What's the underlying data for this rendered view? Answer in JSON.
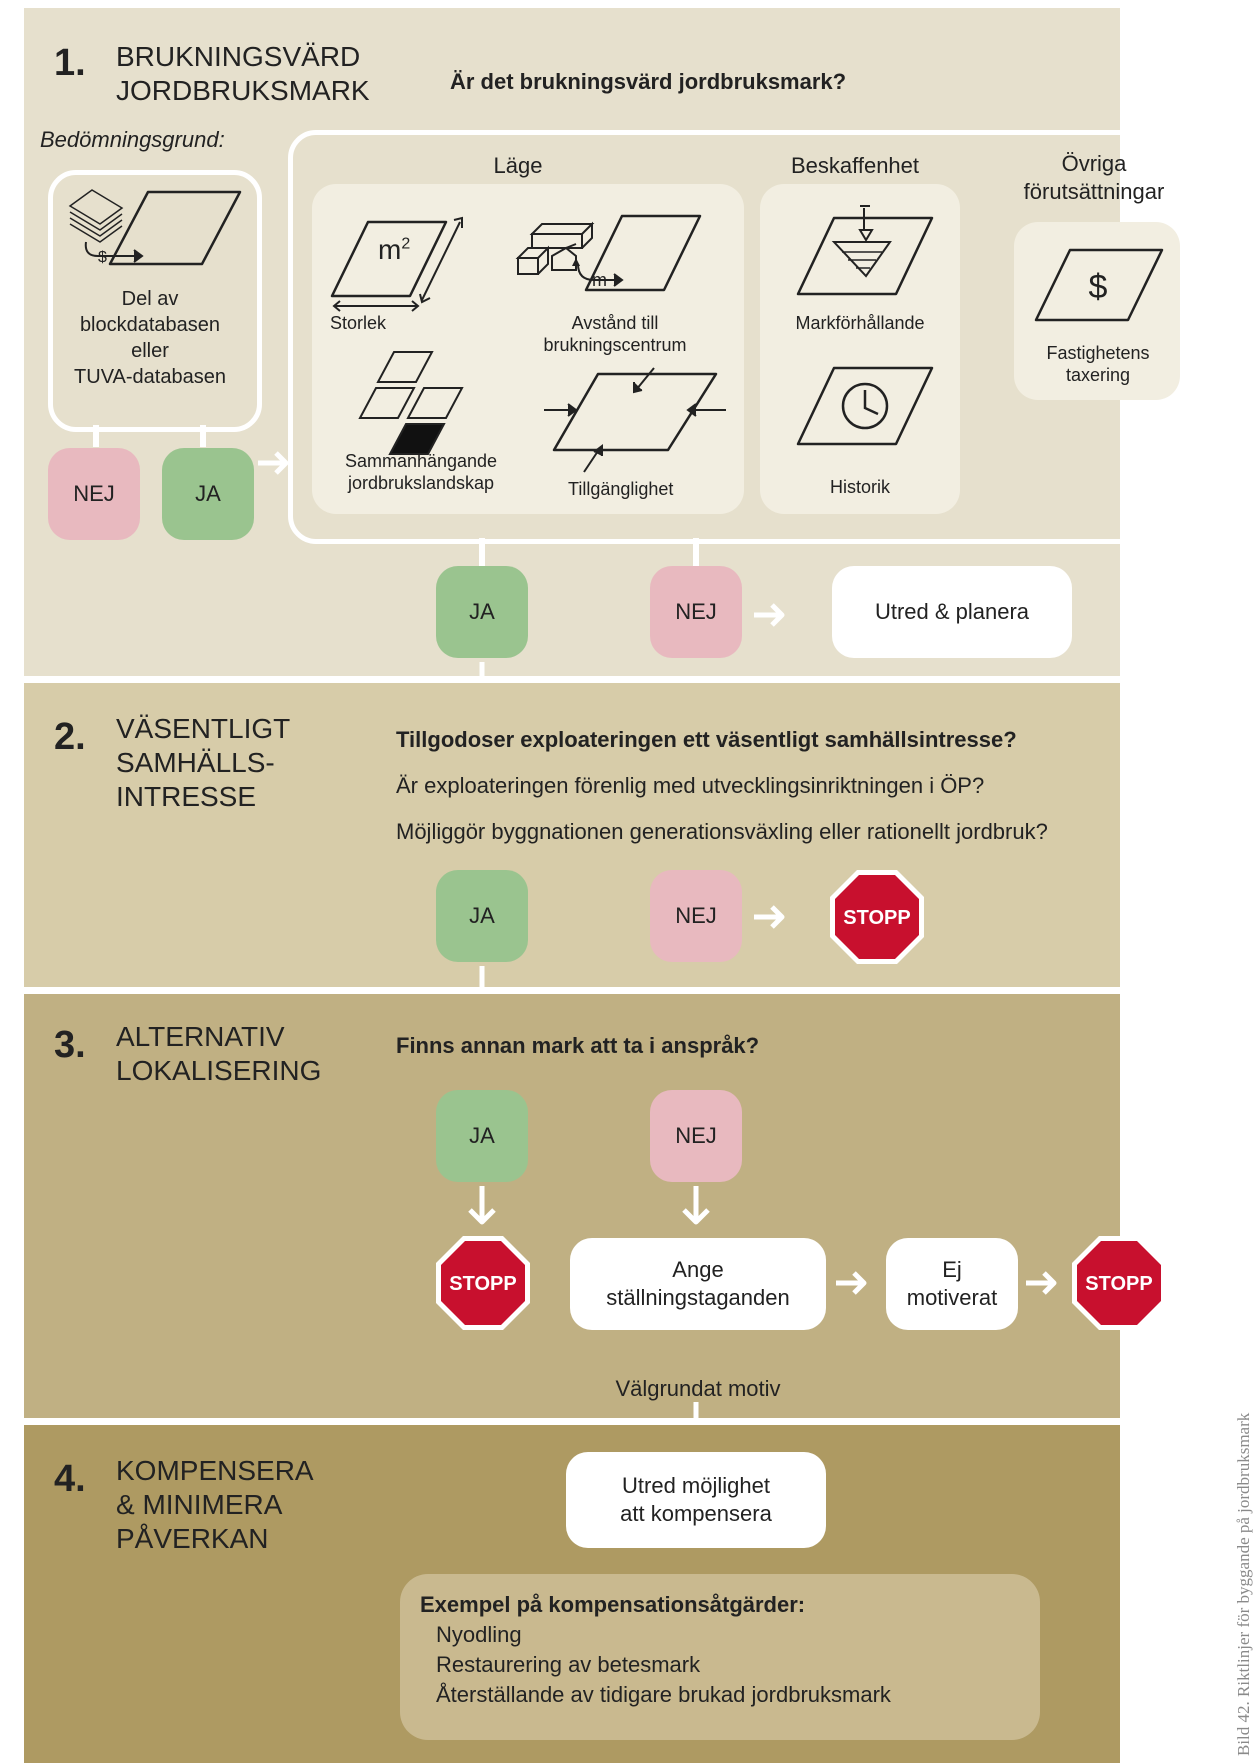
{
  "section1": {
    "number": "1.",
    "title_line1": "BRUKNINGSVÄRD",
    "title_line2": "JORDBRUKSMARK",
    "question": "Är det brukningsvärd jordbruksmark?",
    "basis_label": "Bedömningsgrund:",
    "db_text_lines": [
      "Del av",
      "blockdatabasen",
      "eller",
      "TUVA-databasen"
    ],
    "no": "NEJ",
    "yes": "JA",
    "lage_header": "Läge",
    "storlek": "Storlek",
    "m2": "m",
    "m2_sup": "2",
    "m_label": "m",
    "dollar_small": "$",
    "avstand_line1": "Avstånd till",
    "avstand_line2": "brukningscentrum",
    "samman_line1": "Sammanhängande",
    "samman_line2": "jordbrukslandskap",
    "tillganglighet": "Tillgänglighet",
    "beskaffenhet_header": "Beskaffenhet",
    "markforhallande": "Markförhållande",
    "historik": "Historik",
    "ovriga_line1": "Övriga",
    "ovriga_line2": "förutsättningar",
    "dollar": "$",
    "fastighet_line1": "Fastighetens",
    "fastighet_line2": "taxering",
    "result_yes": "JA",
    "result_no": "NEJ",
    "utred": "Utred & planera"
  },
  "section2": {
    "number": "2.",
    "title_lines": [
      "VÄSENTLIGT",
      "SAMHÄLLS-",
      "INTRESSE"
    ],
    "question_bold": "Tillgodoser exploateringen ett väsentligt samhällsintresse?",
    "question2": "Är exploateringen förenlig med utvecklingsinriktningen i ÖP?",
    "question3": "Möjliggör byggnationen generationsväxling eller rationellt jordbruk?",
    "yes": "JA",
    "no": "NEJ",
    "stop": "STOPP"
  },
  "section3": {
    "number": "3.",
    "title_lines": [
      "ALTERNATIV",
      "LOKALISERING"
    ],
    "question": "Finns annan mark att ta i anspråk?",
    "yes": "JA",
    "no": "NEJ",
    "stop": "STOPP",
    "ange_line1": "Ange",
    "ange_line2": "ställningstaganden",
    "ej_line1": "Ej",
    "ej_line2": "motiverat",
    "valgrundat": "Välgrundat motiv"
  },
  "section4": {
    "number": "4.",
    "title_lines": [
      "KOMPENSERA",
      "& MINIMERA",
      "PÅVERKAN"
    ],
    "utred_line1": "Utred möjlighet",
    "utred_line2": "att kompensera",
    "examples_title": "Exempel på kompensationsåtgärder:",
    "examples": [
      "Nyodling",
      "Restaurering av betesmark",
      "Återställande av tidigare brukad jordbruksmark"
    ]
  },
  "caption": "Bild 42. Riktlinjer för byggande på jordbruksmark",
  "colors": {
    "section1_bg": "#e6e0cd",
    "section2_bg": "#d7cca9",
    "section3_bg": "#c0b083",
    "section4_bg": "#ae9a62",
    "ja_green": "#9ac48f",
    "nej_pink": "#e8b9bf",
    "stop_red": "#c8102e"
  },
  "icons": [
    "parcel-icon",
    "buildings-icon",
    "auger-icon",
    "clock-icon",
    "dollar-icon",
    "stop-sign-icon",
    "arrow-icon"
  ]
}
